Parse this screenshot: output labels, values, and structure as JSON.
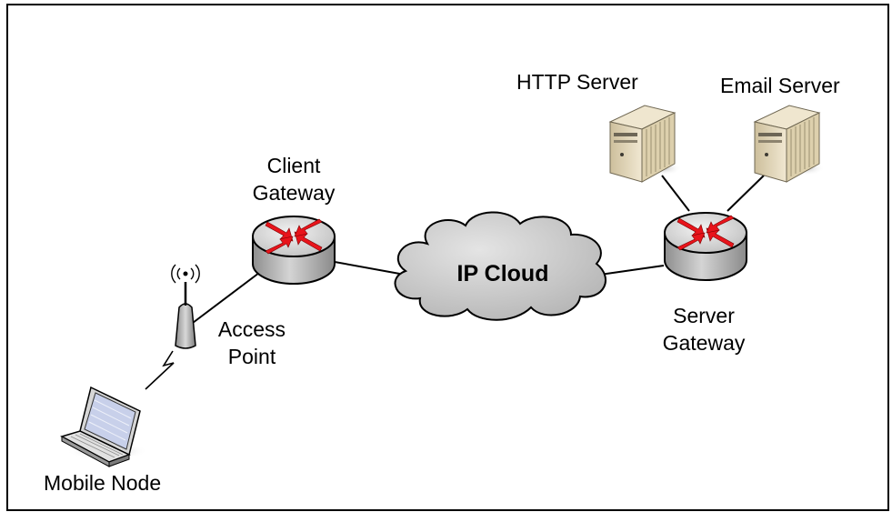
{
  "nodes": {
    "http_server": {
      "label": "HTTP Server"
    },
    "email_server": {
      "label": "Email Server"
    },
    "client_gateway": {
      "label_line1": "Client",
      "label_line2": "Gateway"
    },
    "ip_cloud": {
      "label": "IP Cloud"
    },
    "access_point": {
      "label_line1": "Access",
      "label_line2": "Point"
    },
    "server_gateway": {
      "label_line1": "Server",
      "label_line2": "Gateway"
    },
    "mobile_node": {
      "label": "Mobile Node"
    }
  },
  "colors": {
    "router_body": "#b8b8b8",
    "router_arrows": "#e8141b",
    "cloud_fill": "#c9c9c9",
    "server_body": "#e8dcc0",
    "link_line": "#000000"
  }
}
